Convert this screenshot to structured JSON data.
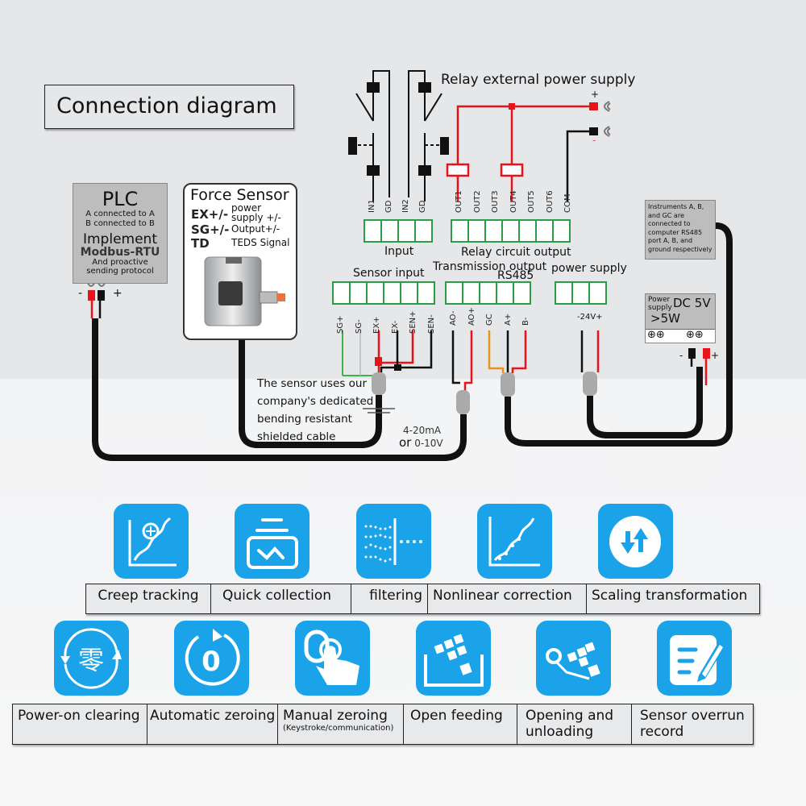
{
  "title": "Connection diagram",
  "plc": {
    "heading": "PLC",
    "line1": "A connected to A",
    "line2": "B connected to B",
    "implement": "Implement",
    "protocol": "Modbus-RTU",
    "line3": "And proactive",
    "line4": "sending protocol",
    "minus": "-",
    "plus": "+"
  },
  "force_sensor": {
    "heading": "Force Sensor",
    "rows": [
      {
        "code": "EX+/-",
        "desc_top": "power",
        "desc": "supply +/-"
      },
      {
        "code": "SG+/-",
        "desc_top": "",
        "desc": "Output+/-"
      },
      {
        "code": "TD",
        "desc_top": "",
        "desc": "TEDS Signal"
      }
    ]
  },
  "relay": {
    "label": "Relay external power supply",
    "plus": "+",
    "minus": "-"
  },
  "groups": {
    "input": {
      "label": "Input",
      "terminals": [
        "IN1",
        "GD",
        "IN2",
        "GD"
      ]
    },
    "relay_output": {
      "label": "Relay circuit output",
      "terminals": [
        "OUT1",
        "OUT2",
        "OUT3",
        "OUT4",
        "OUT5",
        "OUT6",
        "COM"
      ]
    },
    "sensor_input": {
      "label": "Sensor input",
      "terminals": [
        "SG+",
        "SG-",
        "EX+",
        "EX-",
        "SEN+",
        "SEN-"
      ]
    },
    "transmission": {
      "label": "Transmission output",
      "terminals": [
        "AO-",
        "AO+"
      ]
    },
    "rs485": {
      "label": "RS485",
      "terminals": [
        "GC",
        "A+",
        "B-"
      ]
    },
    "power": {
      "label": "power supply",
      "terminal_label": "-24V+"
    }
  },
  "cable_note": [
    "The sensor uses our",
    "company's dedicated",
    "bending resistant",
    "shielded cable"
  ],
  "analog_output": {
    "line1": "4-20mA",
    "line2_prefix": "or",
    "line2": "0-10V"
  },
  "instrument_note": "Instruments A, B, and GC are connected to computer RS485 port A, B, and ground respectively",
  "power_supply_box": {
    "label1": "Power",
    "label2": "supply",
    "voltage": "DC 5V",
    "power": ">5W",
    "minus": "-",
    "plus": "+"
  },
  "features_row1": [
    {
      "label": "Creep tracking",
      "icon": "creep-tracking-icon"
    },
    {
      "label": "Quick collection",
      "icon": "quick-collection-icon"
    },
    {
      "label": "filtering",
      "icon": "filtering-icon"
    },
    {
      "label": "Nonlinear correction",
      "icon": "nonlinear-correction-icon"
    },
    {
      "label": "Scaling transformation",
      "icon": "scaling-transformation-icon"
    }
  ],
  "features_row2": [
    {
      "label": "Power-on clearing",
      "sub": "",
      "icon": "power-on-clearing-icon",
      "glyph": "零"
    },
    {
      "label": "Automatic zeroing",
      "sub": "",
      "icon": "automatic-zeroing-icon",
      "glyph": "0"
    },
    {
      "label": "Manual zeroing",
      "sub": "(Keystroke/communication)",
      "icon": "manual-zeroing-icon"
    },
    {
      "label": "Open feeding",
      "sub": "",
      "icon": "open-feeding-icon"
    },
    {
      "label": "Opening and unloading",
      "sub": "",
      "icon": "opening-unloading-icon"
    },
    {
      "label": "Sensor overrun record",
      "sub": "",
      "icon": "sensor-overrun-record-icon"
    }
  ],
  "colors": {
    "icon_blue": "#1aa3e8",
    "terminal_green": "#2a9d46",
    "wire_red": "#e8141c",
    "wire_black": "#111111",
    "wire_green": "#3cb44b",
    "wire_orange": "#e8941c"
  }
}
